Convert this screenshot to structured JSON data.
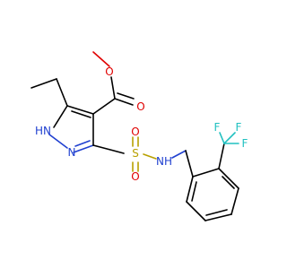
{
  "molecule": {
    "atom_labels": {
      "o_ether": "O",
      "o_carbonyl": "O",
      "nh_ring": "HN",
      "n_ring": "N",
      "s": "S",
      "o_s_top": "O",
      "o_s_bottom": "O",
      "nh_sulfonamide": "NH",
      "f1": "F",
      "f2": "F",
      "f3": "F"
    },
    "colors": {
      "carbon": "#000000",
      "oxygen": "#e00000",
      "nitrogen": "#2040d0",
      "sulfur": "#b8a000",
      "fluorine": "#20c0c0"
    }
  }
}
